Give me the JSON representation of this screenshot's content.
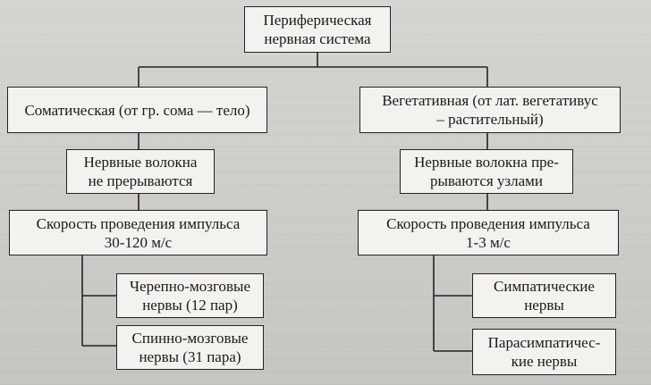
{
  "diagram": {
    "root": {
      "lines": [
        "Периферическая",
        "нервная система"
      ]
    },
    "somatic": {
      "title": {
        "lines": [
          "Соматическая (от гр. сома — тело)"
        ]
      },
      "fibers": {
        "lines": [
          "Нервные волокна",
          "не прерываются"
        ]
      },
      "speed": {
        "lines": [
          "Скорость проведения импульса",
          "30-120 м/с"
        ]
      },
      "cranial": {
        "lines": [
          "Черепно-мозговые",
          "нервы (12 пар)"
        ]
      },
      "spinal": {
        "lines": [
          "Спинно-мозговые",
          "нервы (31 пара)"
        ]
      }
    },
    "autonomic": {
      "title": {
        "lines": [
          "Вегетативная (от лат. вегетативус",
          "– растительный)"
        ]
      },
      "fibers": {
        "lines": [
          "Нервные волокна пре-",
          "рываются узлами"
        ]
      },
      "speed": {
        "lines": [
          "Скорость проведения импульса",
          "1-3 м/с"
        ]
      },
      "sympathetic": {
        "lines": [
          "Симпатические",
          "нервы"
        ]
      },
      "parasympathetic": {
        "lines": [
          "Парасимпатичес-",
          "кие нервы"
        ]
      }
    }
  },
  "colors": {
    "box_fill": "#f3f2ef",
    "border": "#222222",
    "background": "#d2d0cc"
  }
}
